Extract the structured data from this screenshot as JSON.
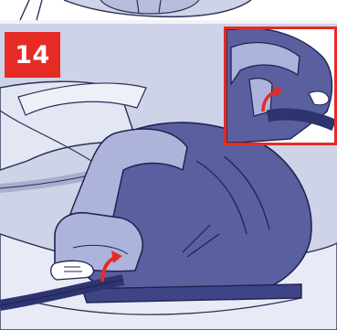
{
  "step": {
    "number": "14"
  },
  "colors": {
    "panel_bg": "#cfd3e8",
    "seat_shell": "#5a5fa0",
    "seat_pad": "#aeb3db",
    "belt": "#2e3470",
    "arrow": "#e62b25",
    "badge": "#e62b25"
  },
  "illustrations": {
    "main": {
      "icon": "car-seat-installation-illustration"
    },
    "inset": {
      "icon": "belt-routing-detail-illustration"
    }
  }
}
